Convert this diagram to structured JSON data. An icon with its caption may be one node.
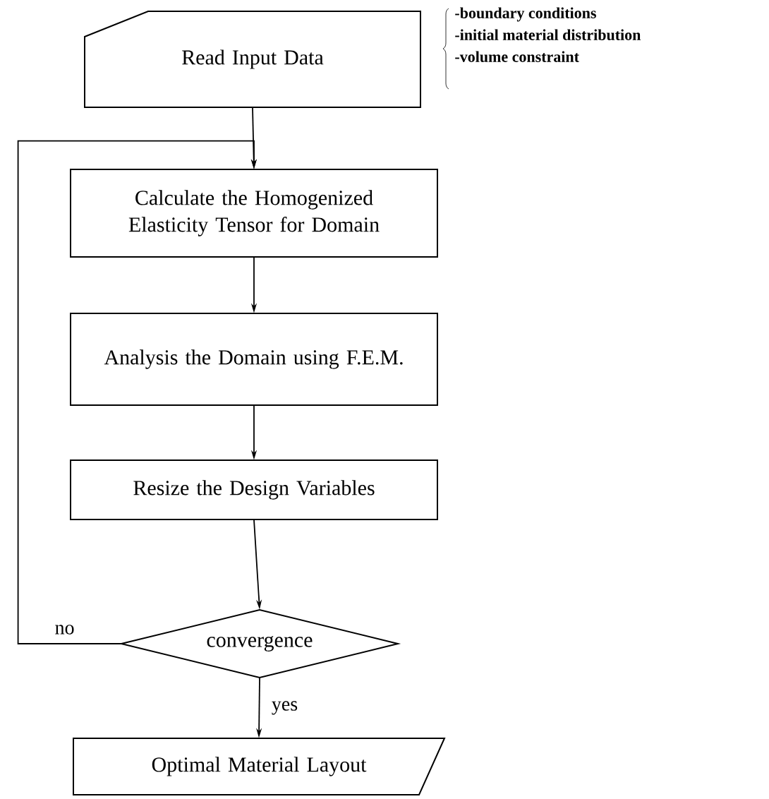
{
  "diagram": {
    "nodes": [
      {
        "text": [
          "Read Input Data"
        ],
        "beside": [
          "-boundary conditions",
          "-initial material distribution",
          "-volume constraint"
        ]
      },
      {
        "text": [
          "Calculate the Homogenized Elasticity Tensor for Domain"
        ]
      },
      {
        "text": [
          "Analysis the Domain using F.E.M."
        ]
      },
      {
        "text": [
          "Resize the Design Variables"
        ]
      },
      {
        "text": [
          "convergence"
        ]
      },
      {
        "text": [
          "Optimal Material Layout"
        ]
      }
    ],
    "edges": [
      {
        "from": 0,
        "to": 1,
        "arrow": "to"
      },
      {
        "from": 1,
        "to": 2,
        "arrow": "to"
      },
      {
        "from": 2,
        "to": 3,
        "arrow": "to"
      },
      {
        "from": 3,
        "to": 4,
        "arrow": "to"
      },
      {
        "from": 4,
        "to": 1,
        "arrow": "to",
        "label": "no"
      },
      {
        "from": 4,
        "to": 5,
        "arrow": "to",
        "label": "yes"
      }
    ]
  }
}
